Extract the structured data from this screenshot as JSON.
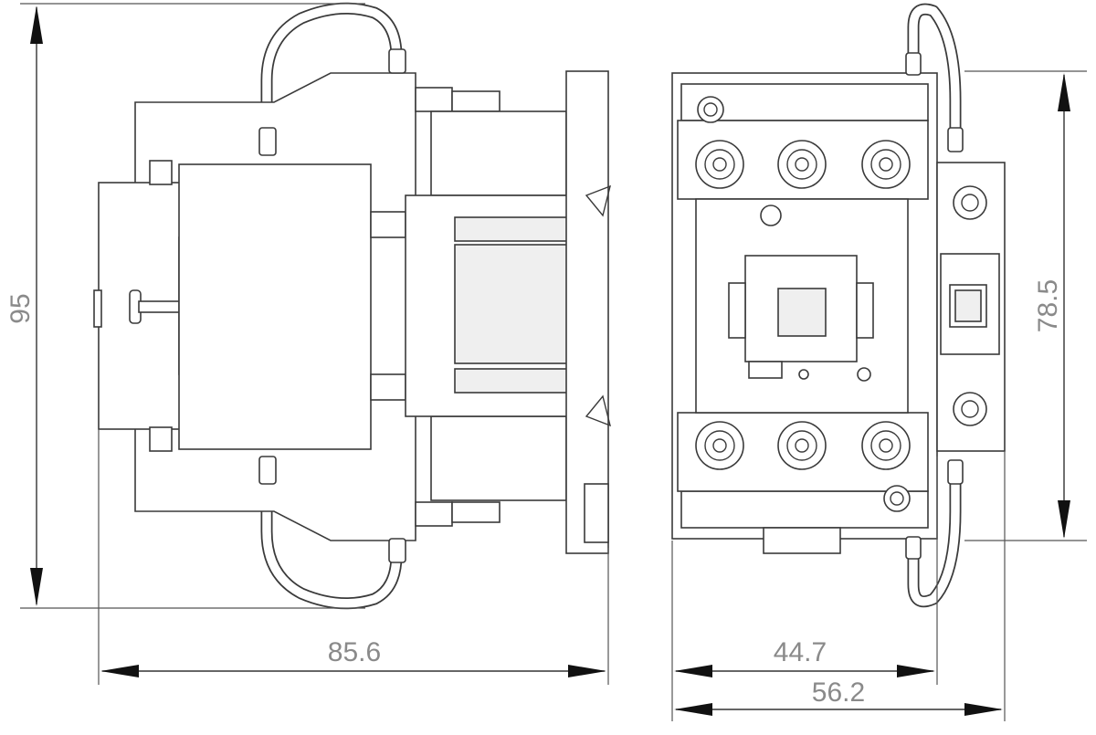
{
  "dimensions": {
    "side_height": "95",
    "side_width": "85.6",
    "front_inner_width": "44.7",
    "front_total_width": "56.2",
    "front_height": "78.5"
  },
  "colors": {
    "line": "#3a3a3a",
    "dimension_text": "#8a8a8a",
    "arrow": "#111111",
    "background": "#ffffff"
  }
}
